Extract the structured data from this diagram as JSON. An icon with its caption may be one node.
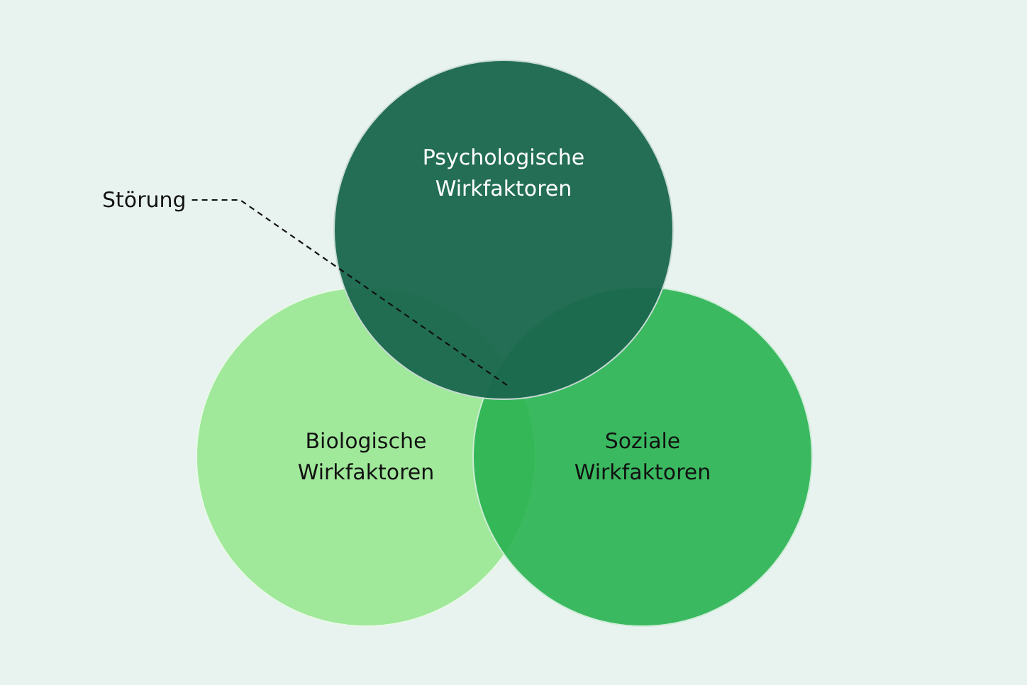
{
  "diagram": {
    "nodes": [
      {
        "text": [
          "Psychologische Wirkfaktoren"
        ]
      },
      {
        "text": [
          "Störung"
        ]
      },
      {
        "text": [
          "Biologische Wirkfaktoren"
        ]
      },
      {
        "text": [
          "Soziale Wirkfaktoren"
        ]
      }
    ],
    "edges": [
      {
        "from": 1,
        "to": 0,
        "arrow": "none",
        "style": "dashed"
      }
    ]
  }
}
